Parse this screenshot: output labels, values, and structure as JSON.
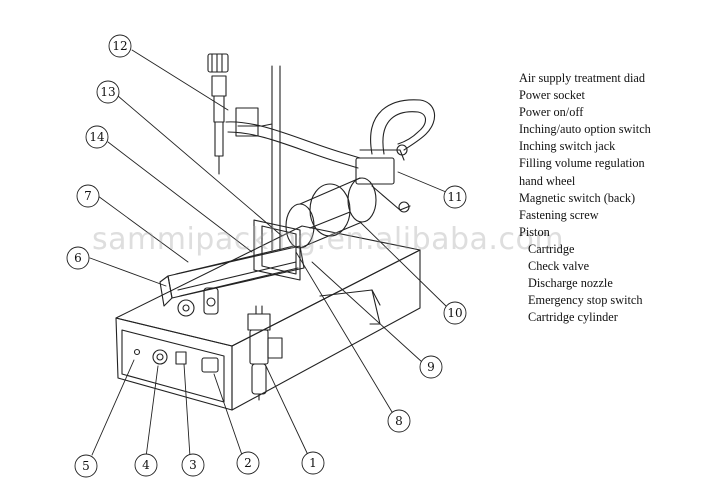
{
  "callouts": [
    "1",
    "2",
    "3",
    "4",
    "5",
    "6",
    "7",
    "8",
    "9",
    "10",
    "11",
    "12",
    "13",
    "14"
  ],
  "legend": [
    "Air supply treatment diad",
    "Power socket",
    "Power on/off",
    "Inching/auto option switch",
    "Inching switch jack",
    "Filling volume regulation",
    "hand wheel",
    "Magnetic switch (back)",
    "Fastening screw",
    "Piston",
    "Cartridge",
    "Check valve",
    "Discharge nozzle",
    "Emergency stop switch",
    "Cartridge cylinder"
  ],
  "watermark": "sammipacking.en.alibaba.com"
}
